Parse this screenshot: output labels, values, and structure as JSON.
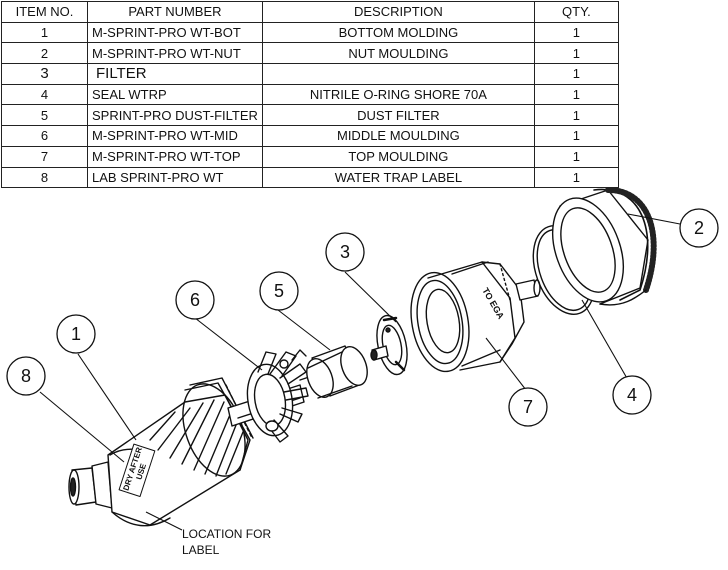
{
  "bom": {
    "headers": [
      "ITEM NO.",
      "PART NUMBER",
      "DESCRIPTION",
      "QTY."
    ],
    "rows": [
      {
        "item": "1",
        "part": "M-SPRINT-PRO WT-BOT",
        "desc": "BOTTOM MOLDING",
        "qty": "1"
      },
      {
        "item": "2",
        "part": "M-SPRINT-PRO WT-NUT",
        "desc": "NUT MOULDING",
        "qty": "1"
      },
      {
        "item": "3",
        "part": "FILTER",
        "desc": "",
        "qty": "1"
      },
      {
        "item": "4",
        "part": "SEAL WTRP",
        "desc": "NITRILE O-RING SHORE 70A",
        "qty": "1"
      },
      {
        "item": "5",
        "part": "SPRINT-PRO DUST-FILTER",
        "desc": "DUST FILTER",
        "qty": "1"
      },
      {
        "item": "6",
        "part": "M-SPRINT-PRO WT-MID",
        "desc": "MIDDLE MOULDING",
        "qty": "1"
      },
      {
        "item": "7",
        "part": "M-SPRINT-PRO WT-TOP",
        "desc": "TOP MOULDING",
        "qty": "1"
      },
      {
        "item": "8",
        "part": "LAB SPRINT-PRO WT",
        "desc": "WATER TRAP LABEL",
        "qty": "1"
      }
    ]
  },
  "callouts": {
    "c1": "1",
    "c2": "2",
    "c3": "3",
    "c4": "4",
    "c5": "5",
    "c6": "6",
    "c7": "7",
    "c8": "8"
  },
  "note": {
    "line1": "LOCATION FOR",
    "line2": "LABEL"
  },
  "part_labels": {
    "to_ega": "TO EGA",
    "label_l1": "DRY AFTER",
    "label_l2": "USE"
  }
}
